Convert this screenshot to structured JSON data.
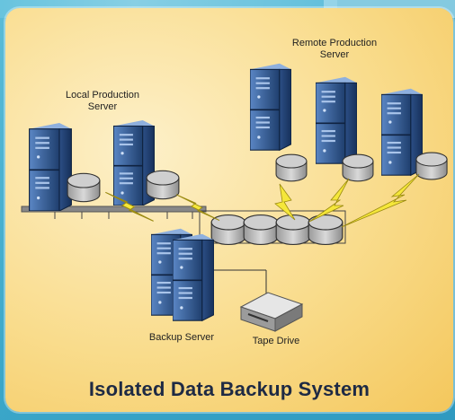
{
  "labels": {
    "local_servers": "Local Production\nServer",
    "remote_servers": "Remote Production\nServer",
    "backup_server": "Backup Server",
    "tape_drive": "Tape Drive"
  },
  "title": "Isolated Data Backup System",
  "icons": {
    "server": "server-icon",
    "disk": "disk-icon",
    "tape": "tape-drive-icon",
    "link": "lightning-icon"
  },
  "colors": {
    "panel": "#f9dc8c",
    "server_dark": "#1f3f6e",
    "server_light": "#4a78b8",
    "bolt": "#f5e73a",
    "title": "#1e2a44"
  }
}
